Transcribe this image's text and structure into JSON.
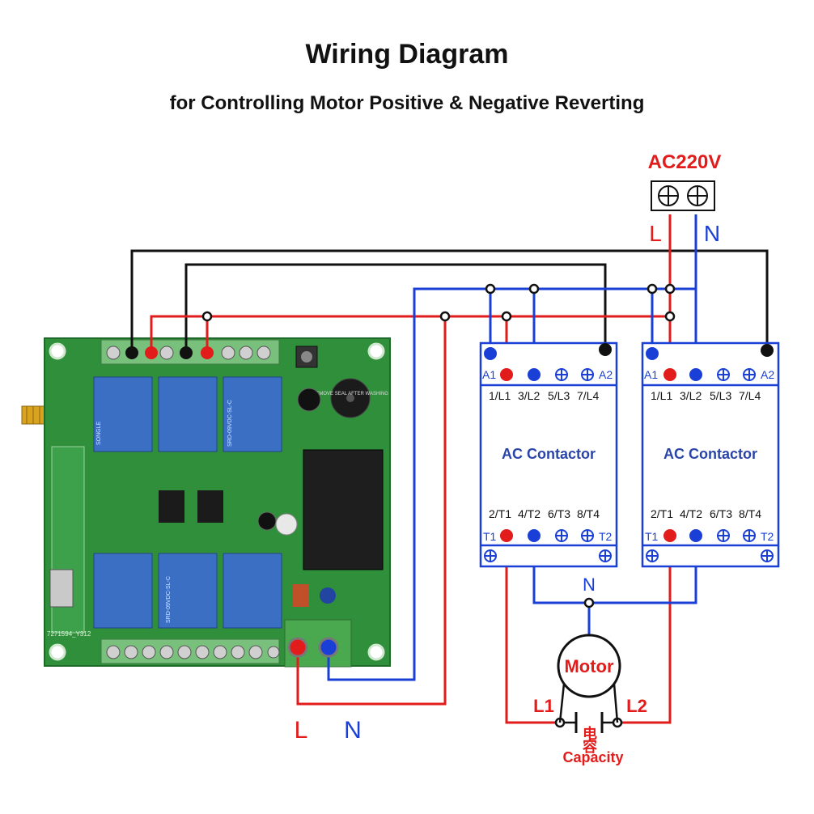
{
  "title": "Wiring  Diagram",
  "subtitle": "for Controlling Motor Positive & Negative Reverting",
  "power": {
    "label": "AC220V",
    "line": "L",
    "neutral": "N"
  },
  "board_input": {
    "line": "L",
    "neutral": "N"
  },
  "contactors": [
    {
      "name": "AC Contactor",
      "top_terminals": [
        "1/L1",
        "3/L2",
        "5/L3",
        "7/L4"
      ],
      "bottom_terminals": [
        "2/T1",
        "4/T2",
        "6/T3",
        "8/T4"
      ],
      "coil_left": "A1",
      "coil_right": "A2",
      "t_left": "T1",
      "t_right": "T2"
    },
    {
      "name": "AC Contactor",
      "top_terminals": [
        "1/L1",
        "3/L2",
        "5/L3",
        "7/L4"
      ],
      "bottom_terminals": [
        "2/T1",
        "4/T2",
        "6/T3",
        "8/T4"
      ],
      "coil_left": "A1",
      "coil_right": "A2",
      "t_left": "T1",
      "t_right": "T2"
    }
  ],
  "motor": {
    "label": "Motor",
    "neutral": "N",
    "lead1": "L1",
    "lead2": "L2",
    "capacitor_cn": "电容",
    "capacitor_en": "Capacity"
  },
  "board_silkscreen": {
    "relay_brand": "SONGLE",
    "relay_model": "SRD-09VDC-SL-C",
    "board_code": "7271594_Y312",
    "buzzer": "REMOVE SEAL AFTER WASHING"
  },
  "colors": {
    "line": "#e21b1b",
    "neutral": "#1a3fd6",
    "control": "#111111",
    "label_blue": "#2a45a8",
    "pcb": "#2f8f3a",
    "relay": "#3b6fc4",
    "terminal": "#79c07d"
  }
}
